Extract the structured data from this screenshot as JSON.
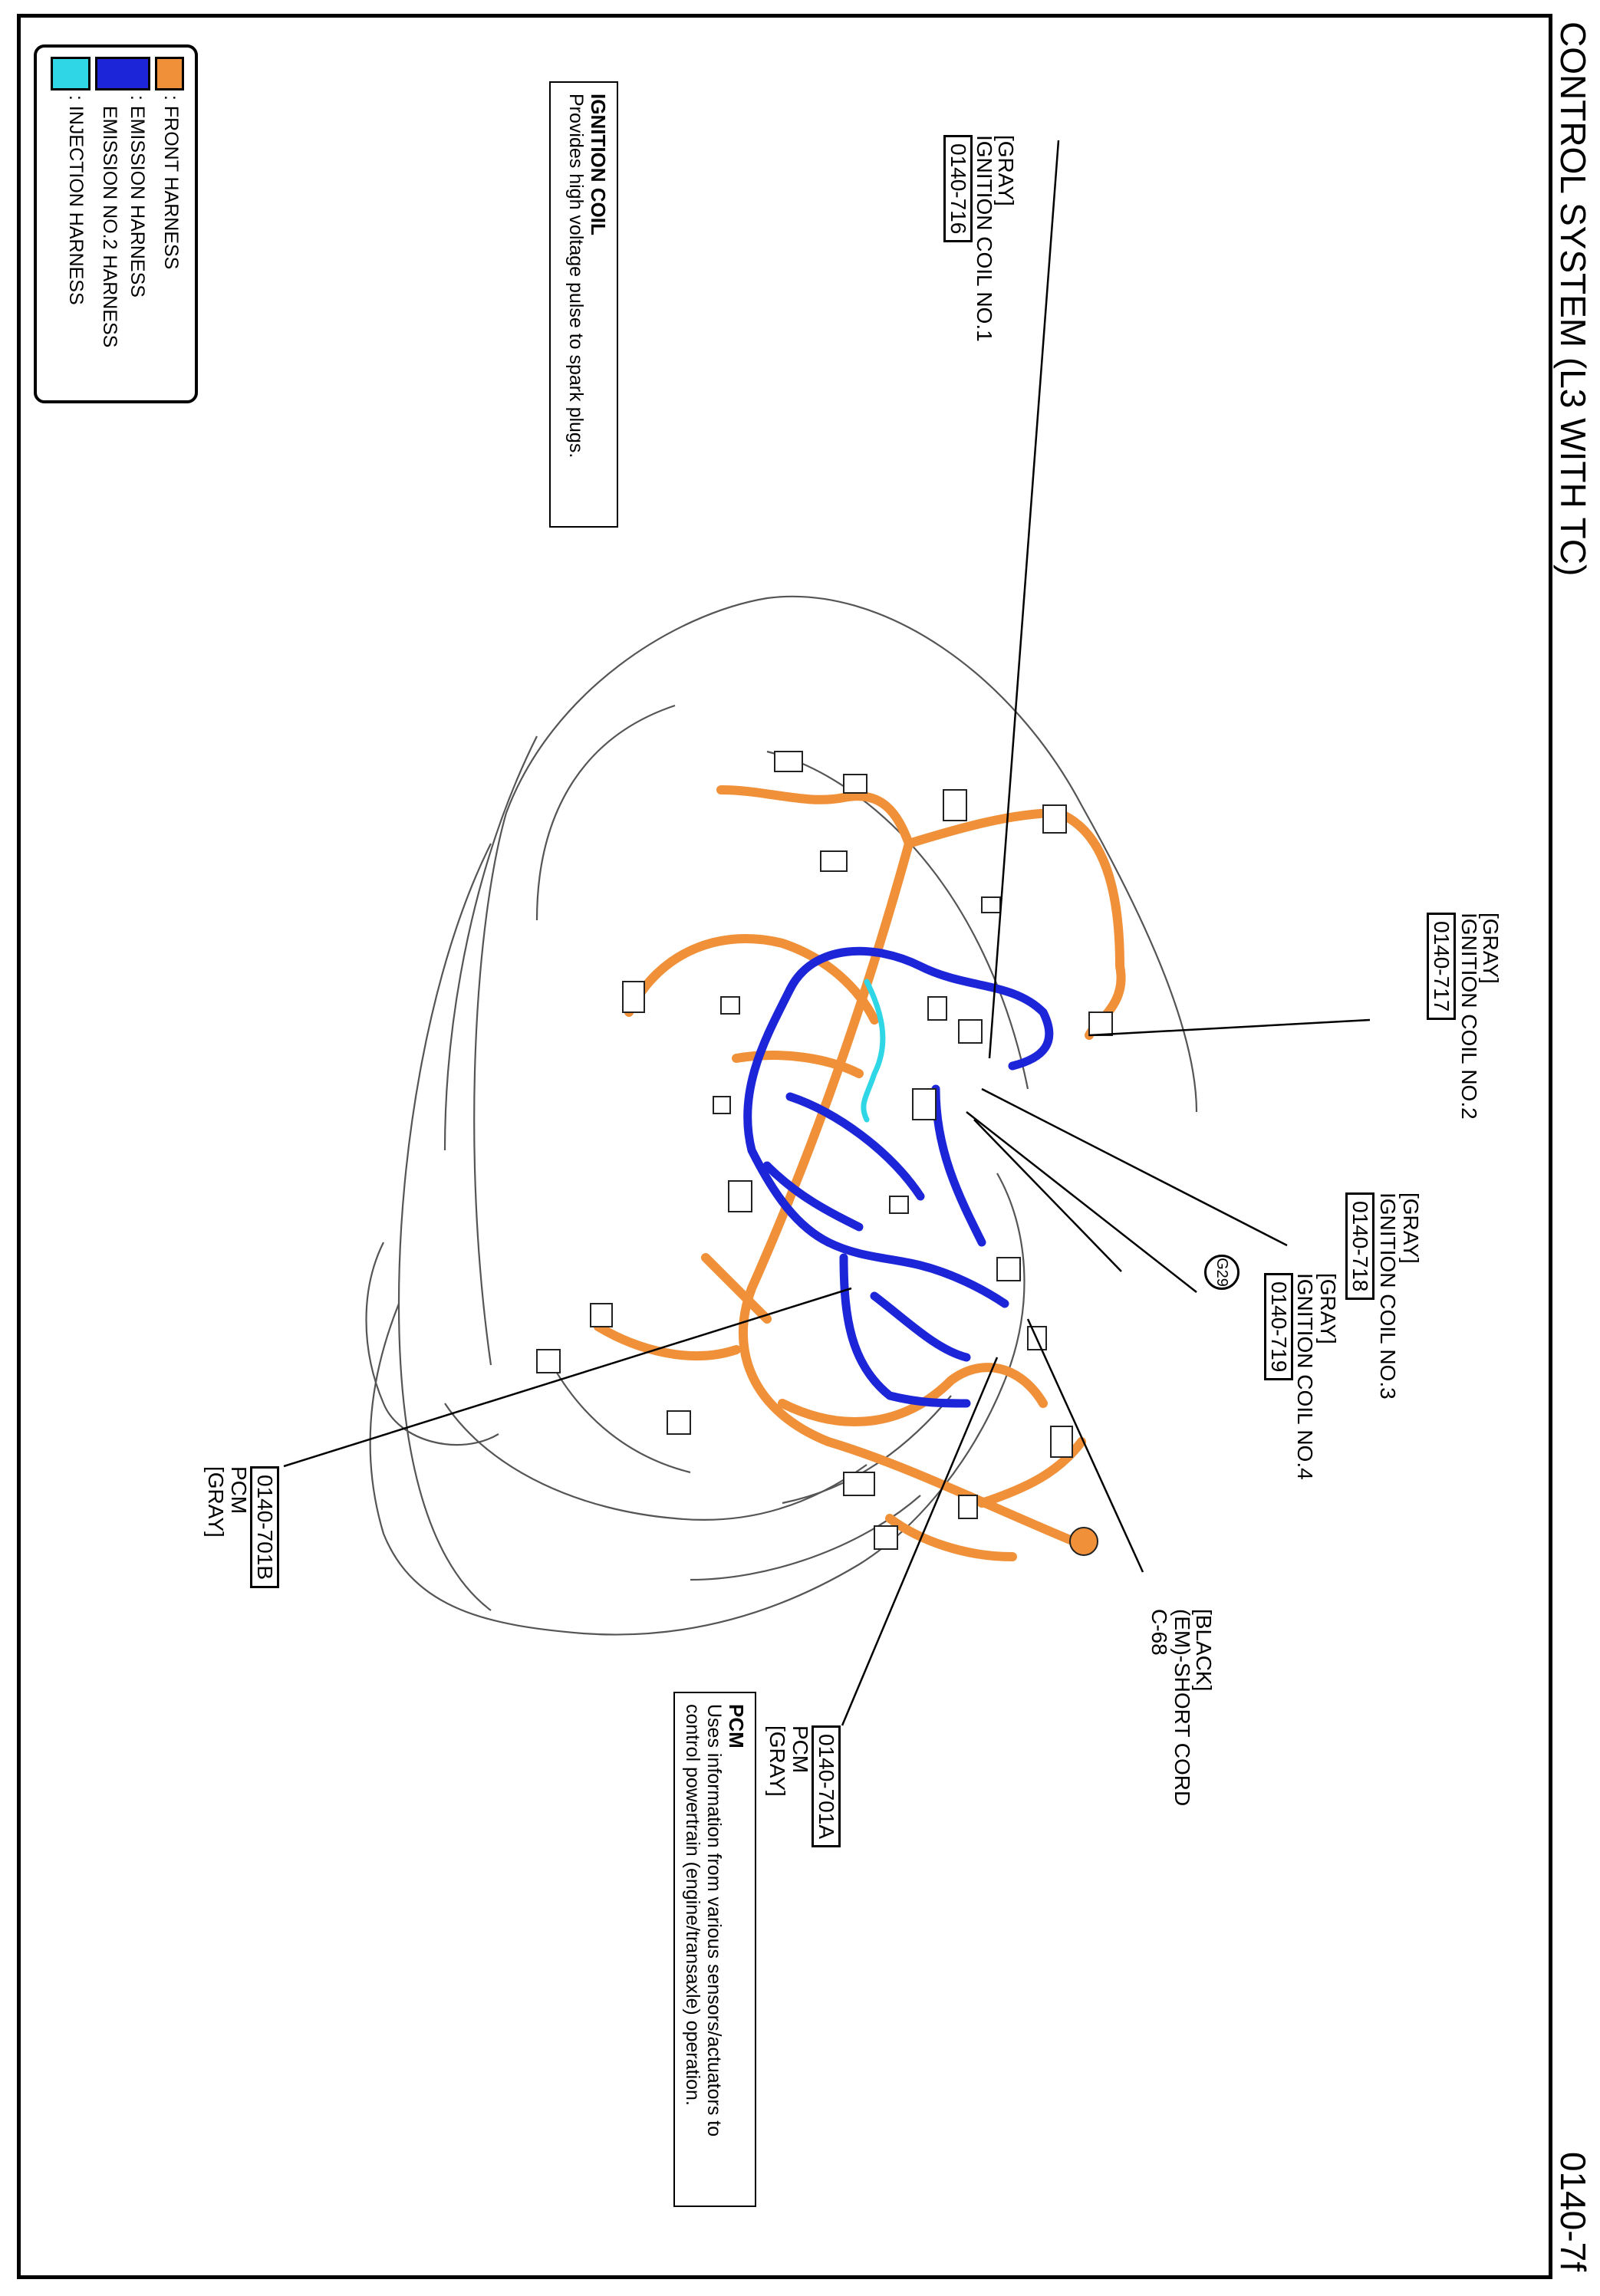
{
  "sheet": {
    "title": "CONTROL SYSTEM (L3 WITH TC)",
    "page_number": "0140-7f"
  },
  "legend": [
    {
      "color": "#f0913a",
      "label": ": FRONT HARNESS"
    },
    {
      "color": "#1c25d8",
      "label": ": EMISSION HARNESS"
    },
    {
      "color": "#1c25d8",
      "label": "EMISSION NO.2 HARNESS"
    },
    {
      "color": "#2fd6e6",
      "label": ": INJECTION HARNESS"
    }
  ],
  "descriptions": {
    "ignition_coil": {
      "heading": "IGNITION COIL",
      "body": "Provides high voltage pulse to spark plugs."
    },
    "pcm": {
      "heading": "PCM",
      "body_lines": [
        "Uses information from various sensors/actuators to",
        "control powertrain (engine/transaxle) operation."
      ]
    }
  },
  "connectors": {
    "coil1": {
      "color": "[GRAY]",
      "name": "IGNITION COIL NO.1",
      "code": "0140-716"
    },
    "coil2": {
      "color": "[GRAY]",
      "name": "IGNITION COIL NO.2",
      "code": "0140-717"
    },
    "coil3": {
      "color": "[GRAY]",
      "name": "IGNITION COIL NO.3",
      "code": "0140-718"
    },
    "coil4": {
      "color": "[GRAY]",
      "name": "IGNITION COIL NO.4",
      "code": "0140-719"
    },
    "short_cord": {
      "color": "[BLACK]",
      "name": "(EM)-SHORT CORD",
      "code": "C-68"
    },
    "pcm_a": {
      "code": "0140-701A",
      "name": "PCM",
      "color": "[GRAY]"
    },
    "pcm_b": {
      "code": "0140-701B",
      "name": "PCM",
      "color": "[GRAY]"
    },
    "ground": {
      "code": "G29"
    }
  }
}
